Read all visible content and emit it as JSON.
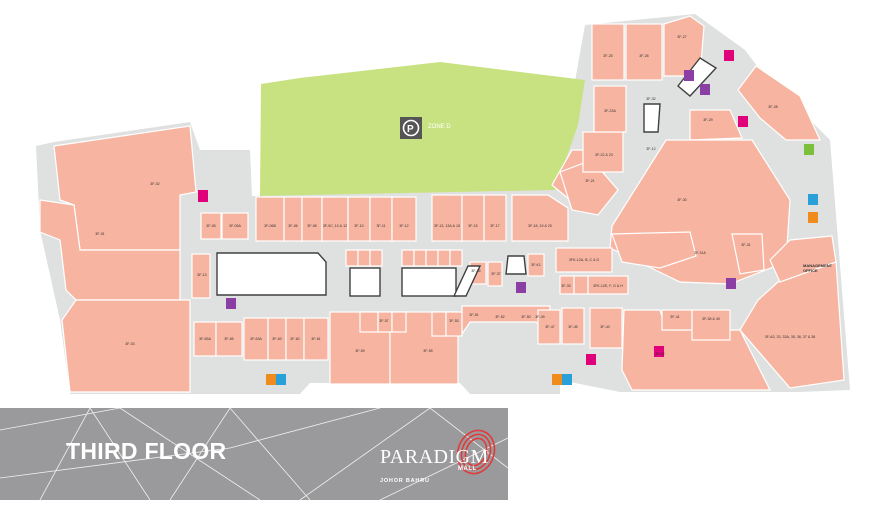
{
  "floor": {
    "title": "THIRD FLOOR"
  },
  "logo": {
    "name": "PARADIGM",
    "sub": "MALL",
    "city": "JOHOR BAHRU"
  },
  "parking": {
    "label": "ZONE D",
    "icon": "parking-icon"
  },
  "management": {
    "line1": "MANAGEMENT",
    "line2": "OFFICE"
  },
  "colors": {
    "shop": "#f7b4a0",
    "corridor": "#dfe0e0",
    "parking": "#c8e281",
    "banner": "#9a9a9c",
    "icon_magenta": "#e0007a",
    "icon_purple": "#8b3ea4",
    "icon_orange": "#f08c1e",
    "icon_green": "#7cbf3a",
    "icon_blue": "#2aa0d8"
  },
  "units": {
    "u01": "3F-01",
    "u02": "3F-02",
    "u03": "3F-03",
    "u04": "3F-05",
    "u05": "3F-05A",
    "u06": "3F-06B",
    "u07": "3F-06",
    "u08": "3F-08",
    "u09": "3F-9C, 10 & 12",
    "u10": "3F-10",
    "u11": "3F-11",
    "u12": "3F-12",
    "u13": "3F-13, 13A & 15",
    "u14": "3F-15",
    "u15": "3F-17",
    "u16": "3F-18, 19 & 20",
    "u17": "3F-21",
    "u18": "3F-22 & 23",
    "u19": "3F-23A",
    "u20": "3F-25",
    "u21": "3F-26",
    "u22": "3F-27",
    "u23": "3F-28",
    "u24": "3F-29",
    "u25": "3F-30",
    "u26": "3F-31",
    "u27": "3F-31A",
    "u28": "3F-32",
    "u29": "3F-33",
    "u30": "3F-35",
    "u31": "3F-37",
    "u32": "3F-38 & 40",
    "u33": "3F-41",
    "u34": "3F-42",
    "u35": "3F-43",
    "u36": "3F-45",
    "u37": "3F-47",
    "u38": "3F-49",
    "u39": "3F-50",
    "u40": "3F-51",
    "u41": "3F-52",
    "u42": "3F-53",
    "u43": "3F-55",
    "u44": "3F-57",
    "u45": "3F-59",
    "u46": "3F-61",
    "u47": "3F-62",
    "u48": "3F-63",
    "u49": "3F-63A",
    "u50": "3F-65",
    "u51": "3F-65A",
    "u52": "3F-13",
    "u53": "3F-12",
    "u54": "3F-K1",
    "u55": "3FK-12A, B, C & D",
    "u56": "3FK-12E, F, G & H",
    "u57": "3F-A3, 33, 33A, 35, 36, 37 & 38"
  }
}
